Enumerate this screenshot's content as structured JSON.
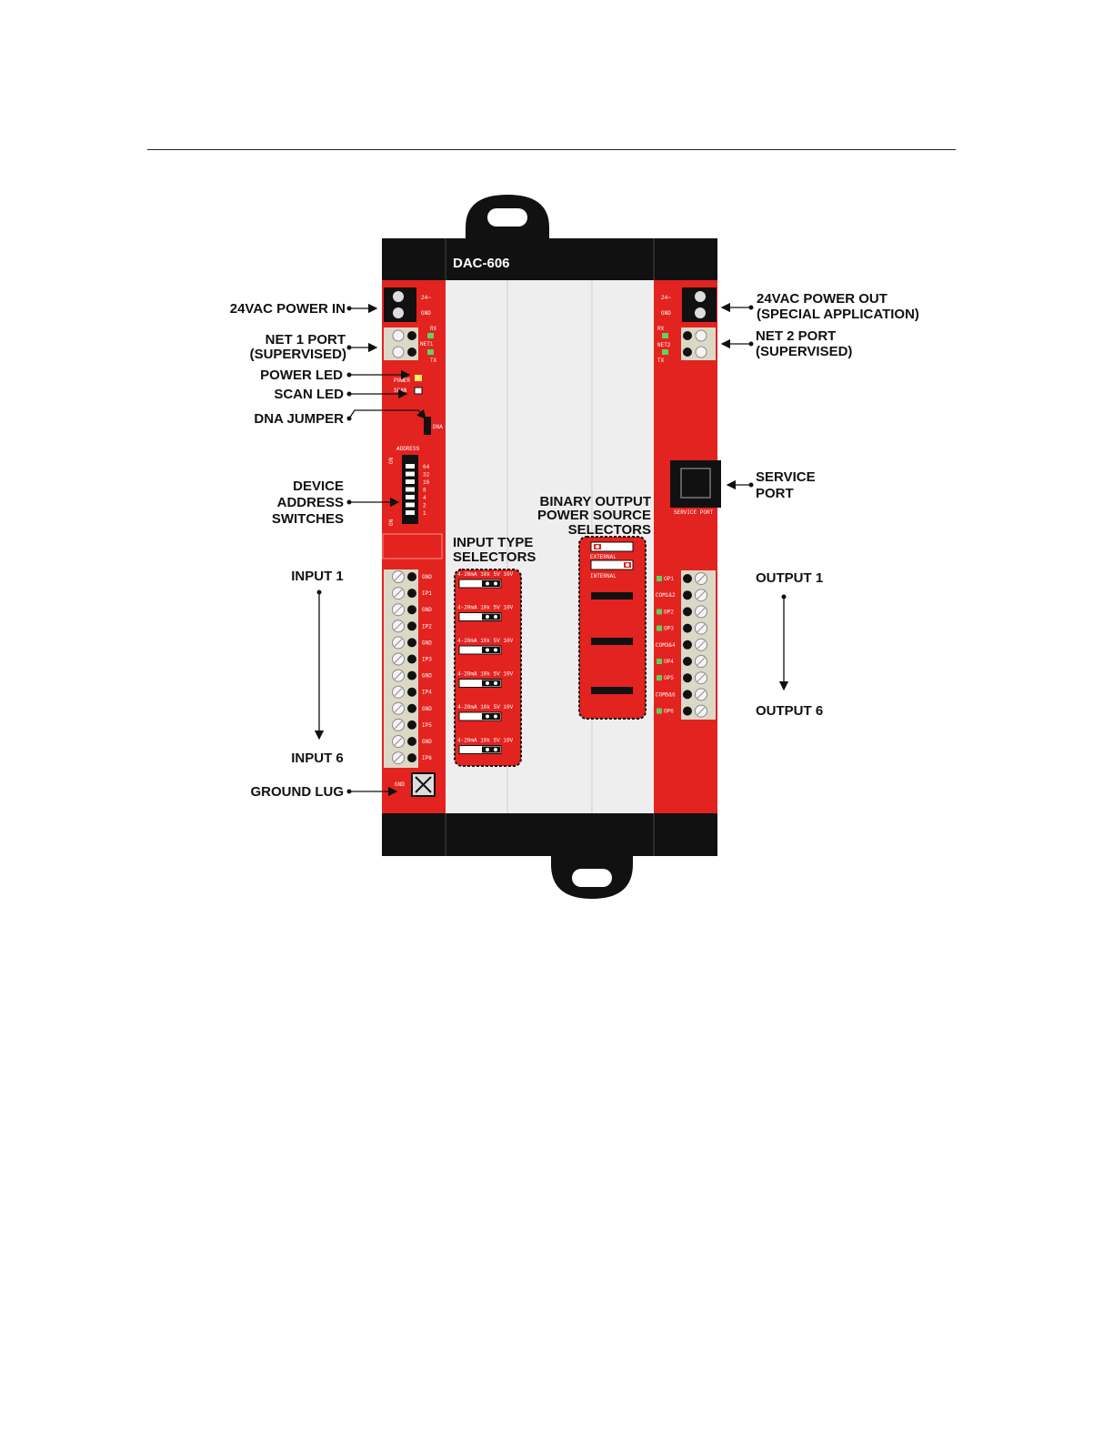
{
  "device": {
    "model": "DAC-606",
    "colors": {
      "body_red": "#e3231f",
      "frame_black": "#111111",
      "panel_gray": "#eeeeee",
      "terminal_beige": "#dcd8c6",
      "led_green": "#5ed35e"
    }
  },
  "callouts_left": {
    "power_in": "24VAC POWER IN",
    "net1_line1": "NET 1 PORT",
    "net1_line2": "(SUPERVISED)",
    "power_led": "POWER LED",
    "scan_led": "SCAN LED",
    "dna_jumper": "DNA JUMPER",
    "address_line1": "DEVICE",
    "address_line2": "ADDRESS",
    "address_line3": "SWITCHES",
    "input_first": "INPUT 1",
    "input_last": "INPUT 6",
    "ground_lug": "GROUND LUG"
  },
  "callouts_right": {
    "power_out_line1": "24VAC POWER OUT",
    "power_out_line2": "(SPECIAL APPLICATION)",
    "net2_line1": "NET 2 PORT",
    "net2_line2": "(SUPERVISED)",
    "service_line1": "SERVICE",
    "service_line2": "PORT",
    "output_first": "OUTPUT 1",
    "output_last": "OUTPUT 6"
  },
  "callouts_center": {
    "input_type_line1": "INPUT TYPE",
    "input_type_line2": "SELECTORS",
    "bo_line1": "BINARY OUTPUT",
    "bo_line2": "POWER SOURCE",
    "bo_line3": "SELECTORS"
  },
  "board_labels": {
    "ac": "24~",
    "gnd": "GND",
    "rx": "RX",
    "tx": "TX",
    "net1": "NET1",
    "net2": "NET2",
    "power": "POWER",
    "scan": "SCAN",
    "dna": "DNA",
    "address": "ADDRESS",
    "on": "ON",
    "service_port": "SERVICE PORT",
    "external": "EXTERNAL",
    "internal": "INTERNAL",
    "address_values": [
      "64",
      "32",
      "16",
      "8",
      "4",
      "2",
      "1"
    ],
    "input_terminals": [
      "GND",
      "IP1",
      "GND",
      "IP2",
      "GND",
      "IP3",
      "GND",
      "IP4",
      "GND",
      "IP5",
      "GND",
      "IP6"
    ],
    "input_type_options": "4-20mA 10k 5V 10V",
    "output_terminals": [
      "OP1",
      "COM1&2",
      "OP2",
      "OP3",
      "COM3&4",
      "OP4",
      "OP5",
      "COM5&6",
      "OP6"
    ]
  }
}
